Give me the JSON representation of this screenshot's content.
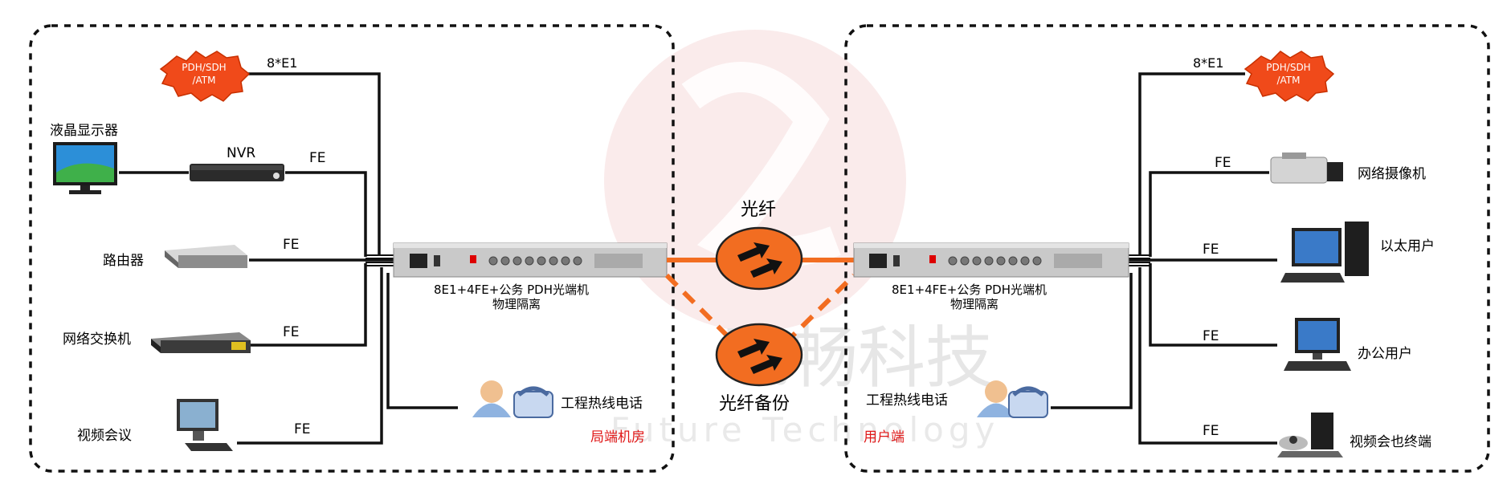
{
  "watermark": {
    "chinese": "飞畅科技",
    "english": "Future Technology"
  },
  "left_site": {
    "cloud": "PDH/SDH\n/ATM",
    "cloud_link_label": "8*E1",
    "devices": [
      {
        "label": "液晶显示器"
      },
      {
        "label": "NVR"
      },
      {
        "label": "路由器"
      },
      {
        "label": "网络交换机"
      },
      {
        "label": "视频会议"
      }
    ],
    "link_labels": [
      "FE",
      "FE",
      "FE",
      "FE"
    ],
    "equipment_label_line1": "8E1+4FE+公务 PDH光端机",
    "equipment_label_line2": "物理隔离",
    "hotline_label": "工程热线电话",
    "site_label": "局端机房"
  },
  "right_site": {
    "cloud": "PDH/SDH\n/ATM",
    "cloud_link_label": "8*E1",
    "devices": [
      {
        "label": "网络摄像机"
      },
      {
        "label": "以太用户"
      },
      {
        "label": "办公用户"
      },
      {
        "label": "视频会也终端"
      }
    ],
    "link_labels": [
      "FE",
      "FE",
      "FE",
      "FE"
    ],
    "equipment_label_line1": "8E1+4FE+公务 PDH光端机",
    "equipment_label_line2": "物理隔离",
    "hotline_label": "工程热线电话",
    "site_label": "用户端"
  },
  "fiber": {
    "primary_label": "光纤",
    "backup_label": "光纤备份"
  },
  "colors": {
    "fiber": "#f26d21",
    "cloud": "#f04a1a",
    "red_text": "#e01818",
    "line": "#111111"
  }
}
